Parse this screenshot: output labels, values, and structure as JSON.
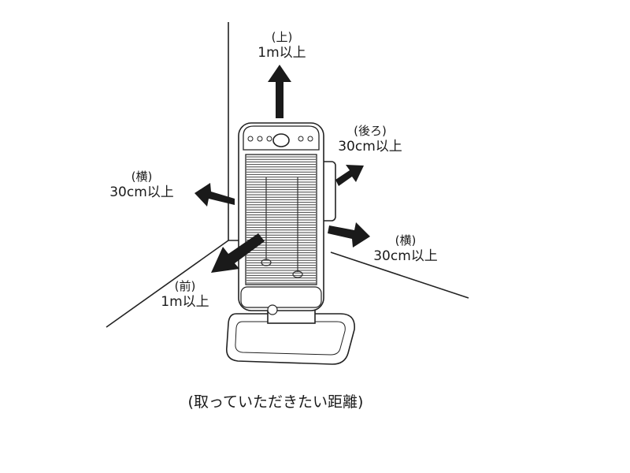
{
  "labels": {
    "top": {
      "direction": "(上)",
      "distance": "1m以上"
    },
    "back": {
      "direction": "(後ろ)",
      "distance": "30cm以上"
    },
    "left": {
      "direction": "(横)",
      "distance": "30cm以上"
    },
    "right": {
      "direction": "(横)",
      "distance": "30cm以上"
    },
    "front": {
      "direction": "(前)",
      "distance": "1m以上"
    }
  },
  "caption": "(取っていただきたい距離)"
}
